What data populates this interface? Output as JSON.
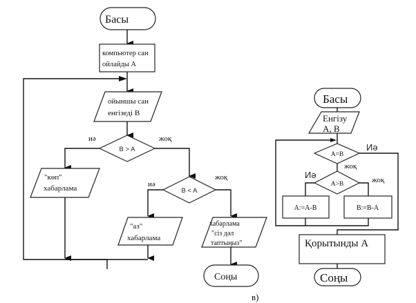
{
  "left_flowchart": {
    "start": "Басы",
    "process_computer": [
      "компьютер сан",
      "ойлайды А"
    ],
    "input_player": [
      "ойыншы сан",
      "енгізеді В"
    ],
    "decision_1": "B > A",
    "decision_1_yes": "иә",
    "decision_1_no": "жоқ",
    "output_many": [
      "\"көп\"",
      "хабарлама"
    ],
    "decision_2": "B < A",
    "decision_2_yes": "иә",
    "decision_2_no": "жоқ",
    "output_few": [
      "\"аз\"",
      "хабарлама"
    ],
    "output_found": [
      "хабарлама",
      "\"сіз дәл",
      "таптыңыз\""
    ],
    "end": "Соңы"
  },
  "caption": "в)",
  "right_flowchart": {
    "start": "Басы",
    "input": [
      "Енгізу",
      "А, В"
    ],
    "decision_eq": "А=В",
    "decision_eq_yes": "Иә",
    "decision_eq_no": "жоқ",
    "decision_gt": "А>В",
    "decision_gt_yes": "Иә",
    "decision_gt_no": "жоқ",
    "process_a": "А:=А-В",
    "process_b": "В:=В-А",
    "result": "Қорытынды А",
    "end": "Соңы"
  }
}
